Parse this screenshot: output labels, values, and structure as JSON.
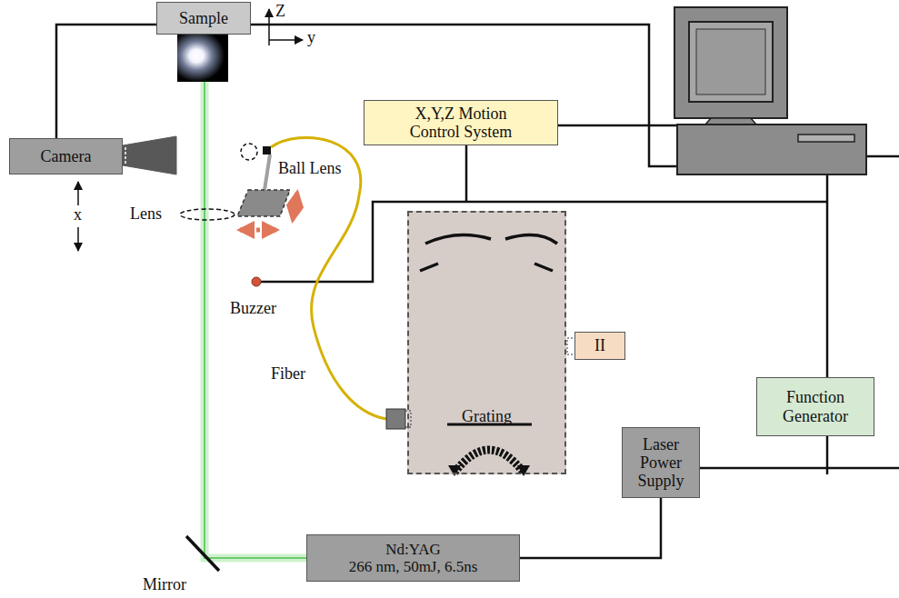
{
  "diagram": {
    "nodes": [
      {
        "text": [
          "Sample"
        ]
      },
      {
        "text": [
          "Camera"
        ]
      },
      {
        "text": [
          "X,Y,Z Motion Control System"
        ]
      },
      {
        "text": [
          "Grating"
        ]
      },
      {
        "text": [
          "II"
        ]
      },
      {
        "text": [
          "Function Generator"
        ]
      },
      {
        "text": [
          "Laser Power Supply"
        ]
      },
      {
        "text": [
          "Nd:YAG",
          "266 nm, 50mJ, 6.5ns"
        ]
      }
    ],
    "edges": [
      {
        "from": 6,
        "to": 7,
        "arrow": "none"
      }
    ],
    "labels": [
      "Z",
      "y",
      "x",
      "Lens",
      "Ball Lens",
      "Buzzer",
      "Fiber",
      "Mirror"
    ]
  }
}
